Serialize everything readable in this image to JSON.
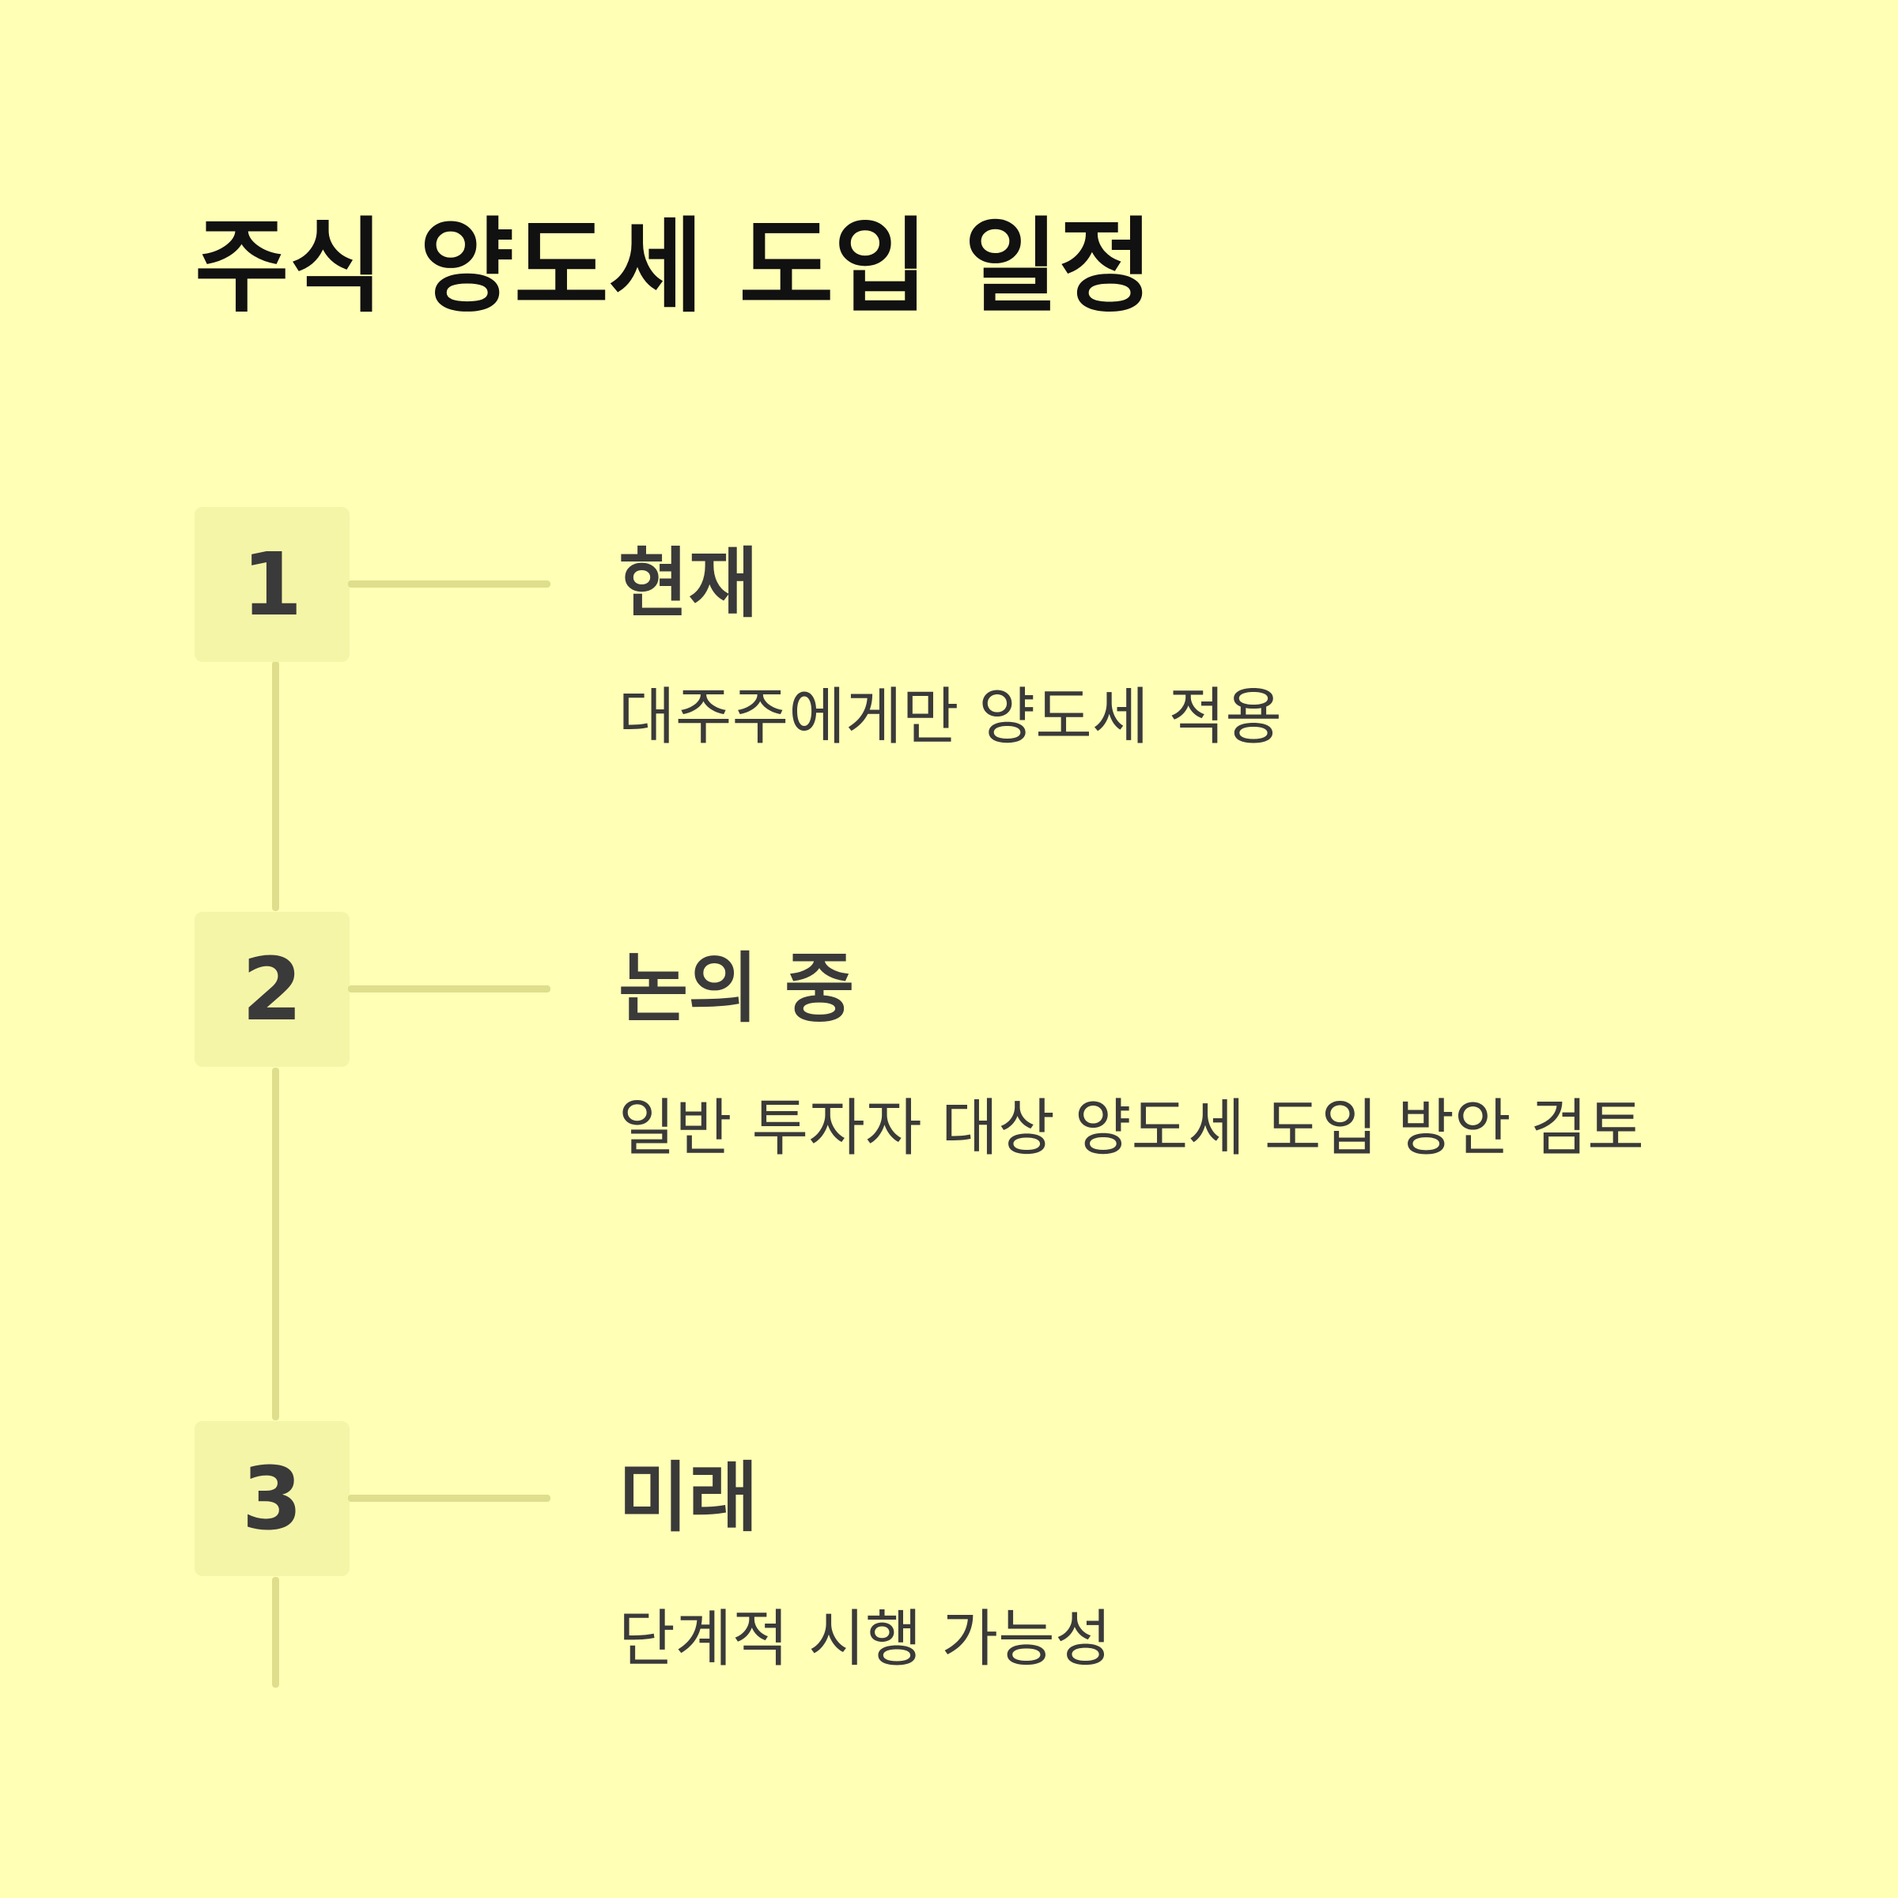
{
  "title": "주식 양도세 도입 일정",
  "steps": [
    {
      "number": "1",
      "title": "현재",
      "description": "대주주에게만 양도세 적용"
    },
    {
      "number": "2",
      "title": "논의 중",
      "description": "일반 투자자 대상 양도세 도입 방안 검토"
    },
    {
      "number": "3",
      "title": "미래",
      "description": "단계적 시행 가능성"
    }
  ],
  "colors": {
    "background": "#ffffb6",
    "box": "#f5f5a8",
    "line": "#dede8c",
    "text": "#3a3a3a",
    "title": "#111111"
  }
}
